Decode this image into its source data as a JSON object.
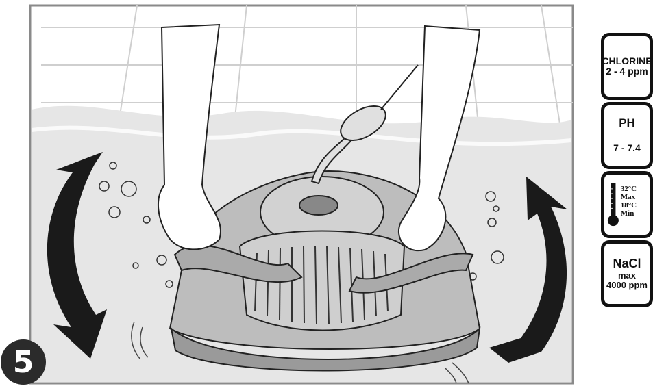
{
  "step": {
    "number": "5"
  },
  "badges": {
    "chlorine": {
      "title": "CHLORINE",
      "value": "2 - 4 ppm"
    },
    "ph": {
      "title": "PH",
      "value": "7 - 7.4"
    },
    "temperature": {
      "max": "32°C Max",
      "min": "18°C Min"
    },
    "nacl": {
      "title": "NaCl",
      "line2": "max",
      "line3": "4000 ppm"
    }
  },
  "illustration": {
    "subject": "pool cleaner robot held by two hands under water, rotating arrows",
    "icons": [
      "left-rotation-arrow-icon",
      "right-rotation-arrow-icon",
      "thermometer-icon"
    ]
  },
  "colors": {
    "frame": "#8a8a8a",
    "water": "#e9e9e9",
    "dark": "#1a1a1a"
  }
}
